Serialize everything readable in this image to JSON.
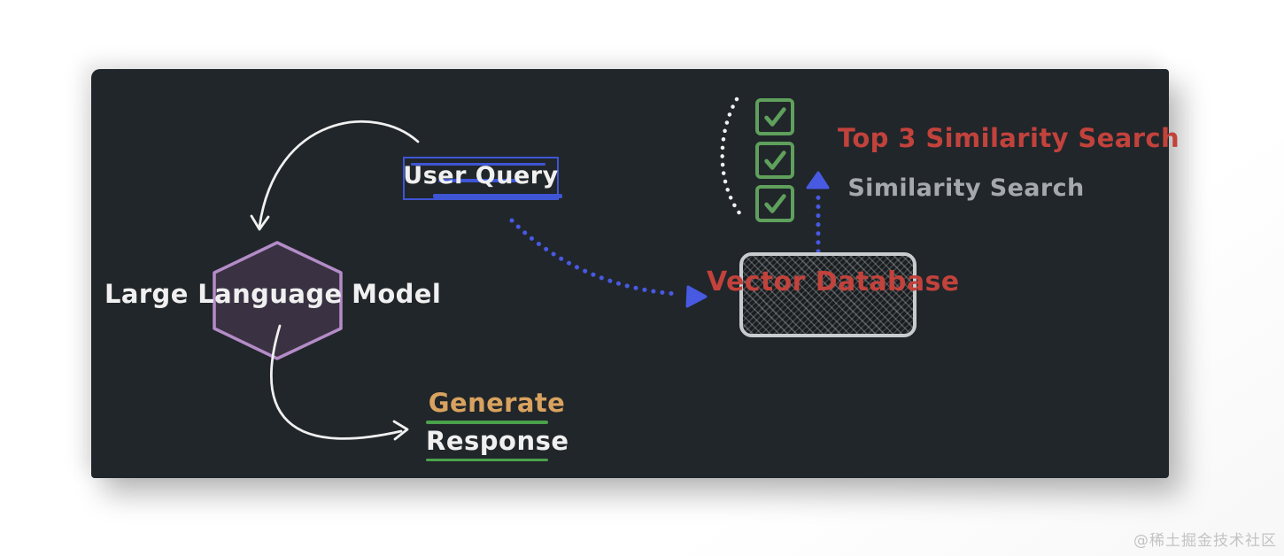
{
  "page": {
    "watermark": "@稀土掘金技术社区"
  },
  "colors": {
    "canvas-bg": "#21262a",
    "ink-white": "#f0f0f0",
    "blue": "#3e55d6",
    "blue-dot": "#4859e2",
    "red": "#c2423c",
    "green": "#5fa05c",
    "green-line": "#4ba14b",
    "tan": "#d9a25f",
    "gray": "#a5a9ad",
    "hex-fill": "#3a3242",
    "hex-stroke": "#b48cc8",
    "vdb-border": "#c9ccce"
  },
  "diagram": {
    "user_query": {
      "label": "User Query"
    },
    "llm": {
      "label": "Large Language Model",
      "shape": "hexagon"
    },
    "vector_db": {
      "label": "Vector Database"
    },
    "checklist": {
      "count": 3,
      "icon": "checkbox-checked-icon"
    },
    "top_similarity": {
      "label": "Top 3 Similarity Search"
    },
    "similarity": {
      "label": "Similarity Search"
    },
    "generate": {
      "label": "Generate"
    },
    "response": {
      "label": "Response"
    }
  }
}
